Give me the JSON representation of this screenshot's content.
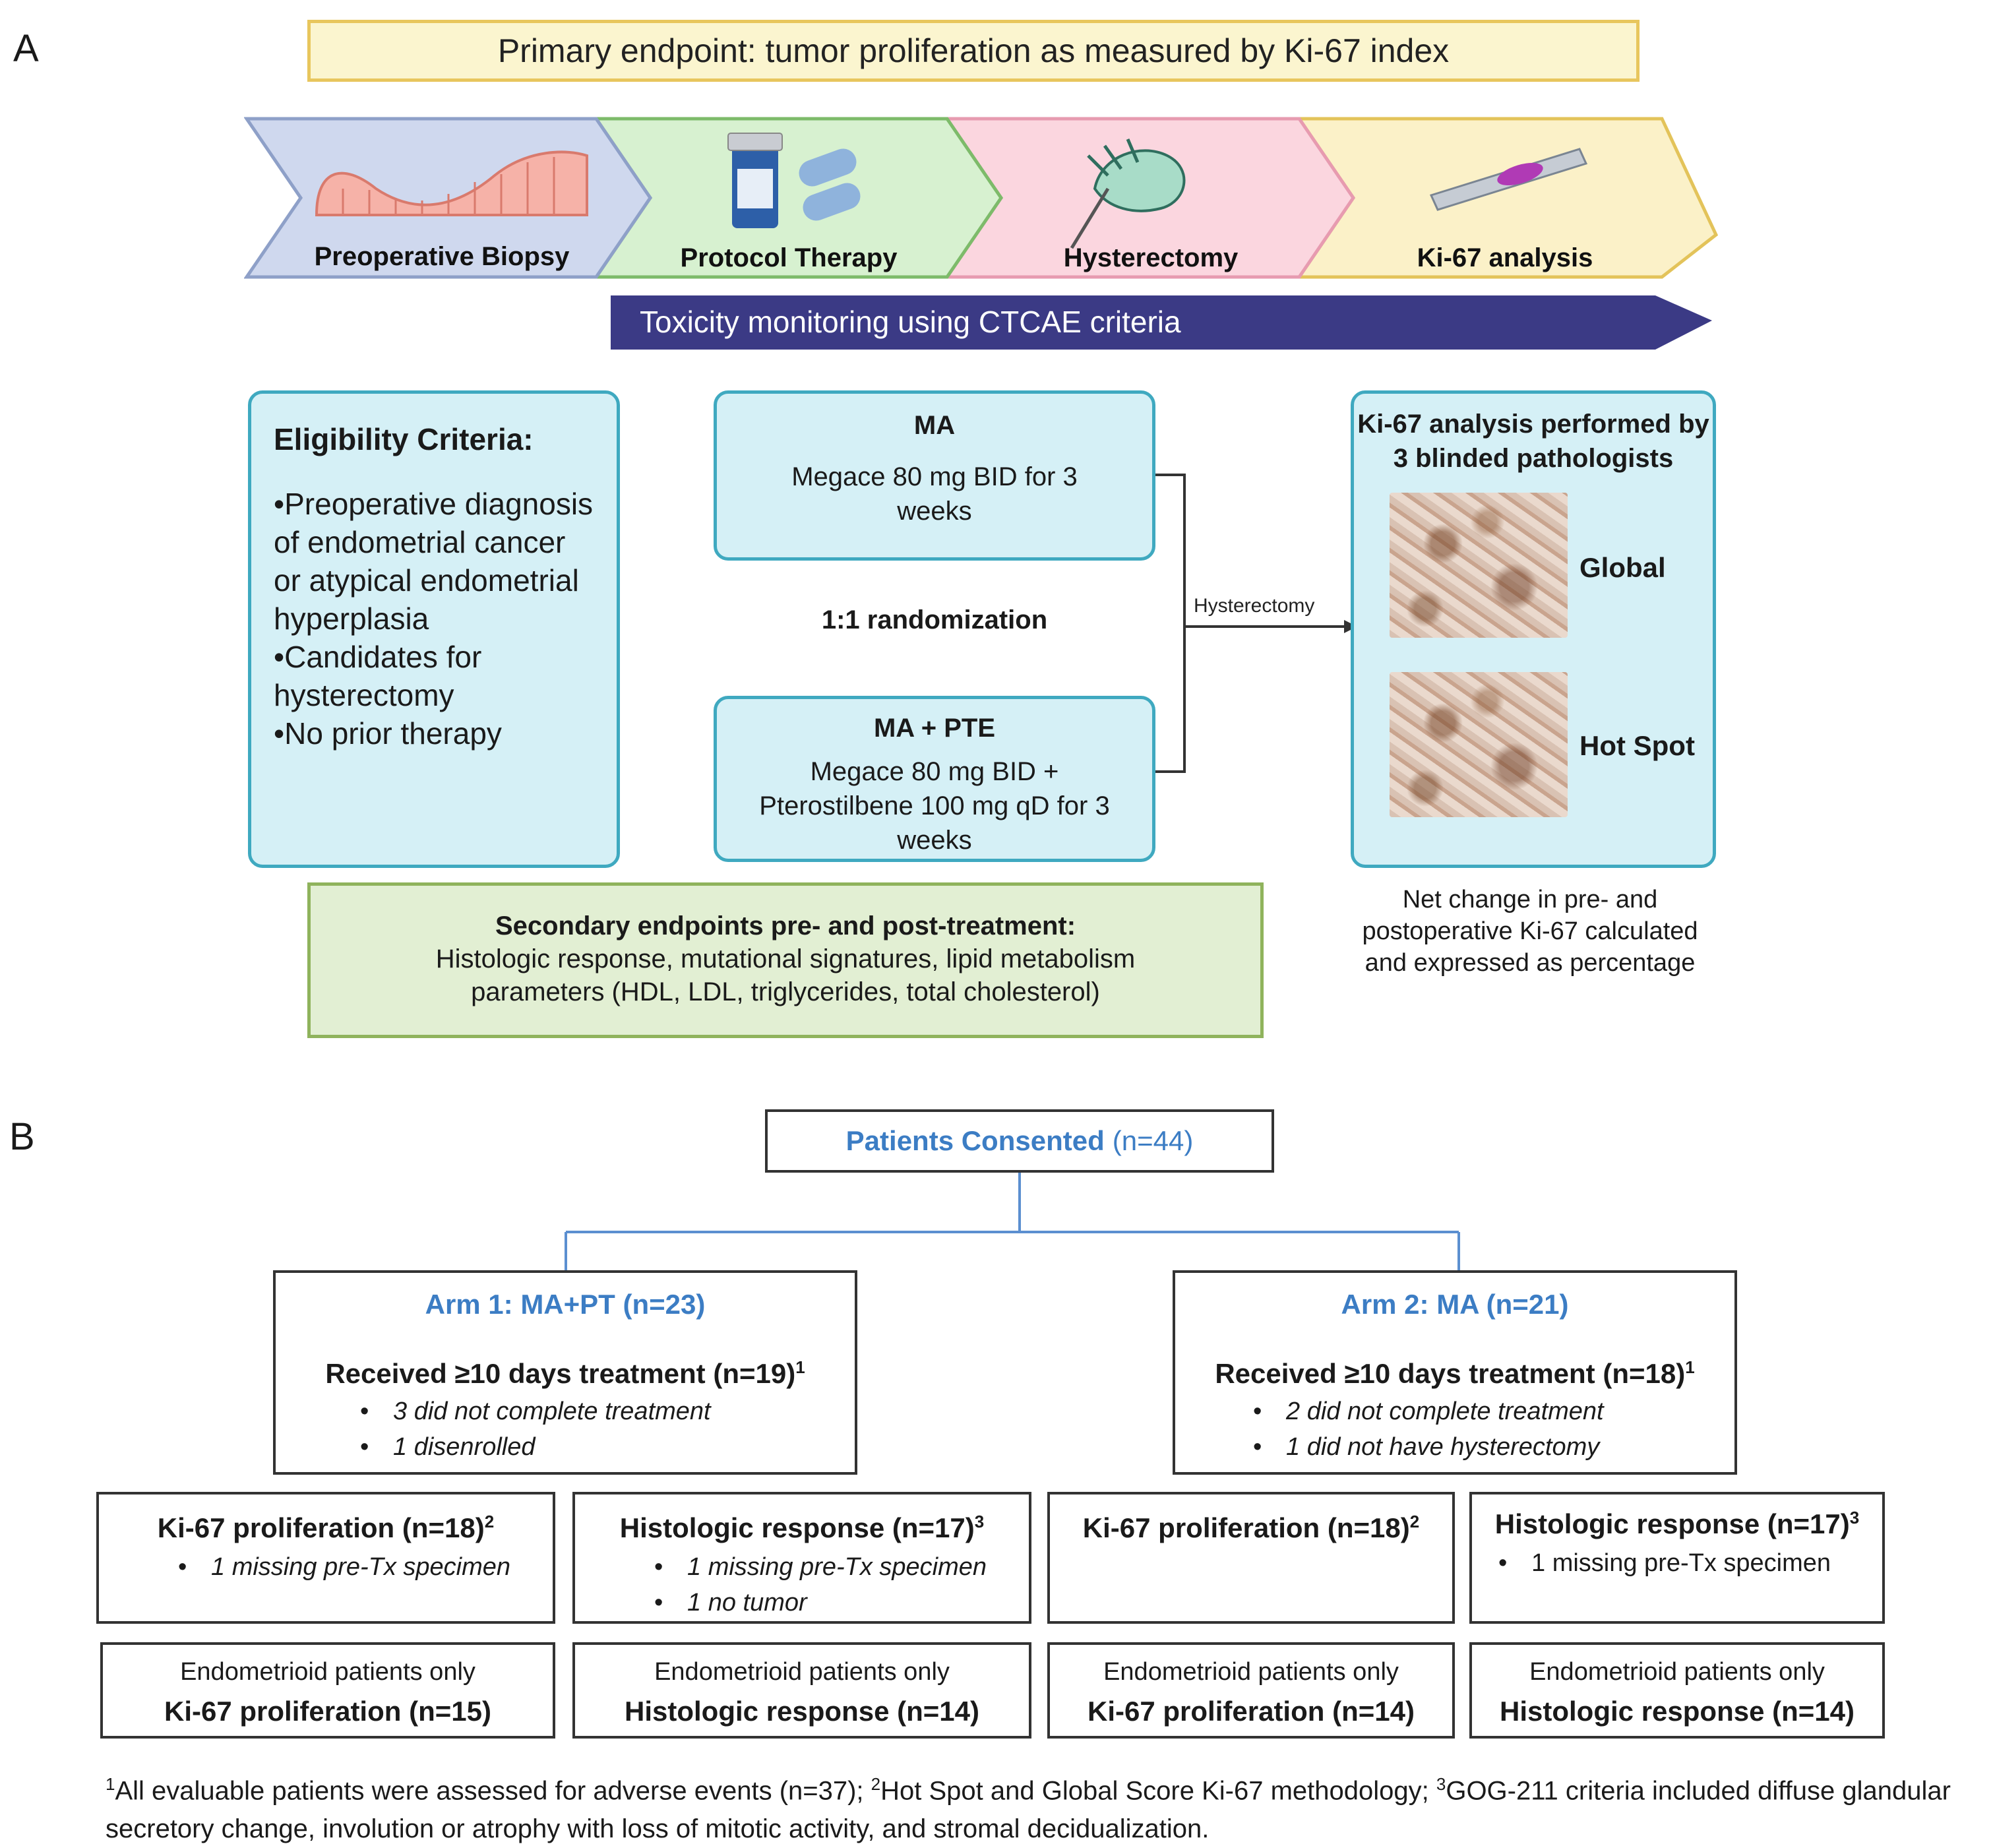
{
  "panels": {
    "a": "A",
    "b": "B"
  },
  "primary_endpoint": "Primary endpoint: tumor proliferation as measured by Ki-67 index",
  "stages": [
    {
      "label": "Preoperative Biopsy",
      "icon": "endometrium-tissue-icon",
      "color": "#cfd8ee"
    },
    {
      "label": "Protocol Therapy",
      "icon": "pill-bottle-icon",
      "color": "#d7f1d0"
    },
    {
      "label": "Hysterectomy",
      "icon": "surgeon-hand-scalpel-icon",
      "color": "#fbd6df"
    },
    {
      "label": "Ki-67 analysis",
      "icon": "microscope-slide-icon",
      "color": "#fbf1c8"
    }
  ],
  "toxicity": "Toxicity monitoring using CTCAE criteria",
  "eligibility": {
    "title": "Eligibility Criteria:",
    "items": [
      "•Preoperative diagnosis of endometrial cancer or atypical endometrial hyperplasia",
      "•Candidates for hysterectomy",
      "•No prior therapy"
    ]
  },
  "arm_ma": {
    "title": "MA",
    "desc": "Megace 80 mg BID for 3 weeks"
  },
  "randomization": "1:1 randomization",
  "arm_mapte": {
    "title": "MA + PTE",
    "desc": "Megace 80 mg BID + Pterostilbene 100 mg qD for 3 weeks"
  },
  "arrow_label": "Hysterectomy",
  "ki67_box": {
    "title": "Ki-67 analysis performed by 3 blinded pathologists",
    "global": "Global",
    "hotspot": "Hot Spot"
  },
  "net_change": "Net change in pre- and postoperative Ki-67 calculated and expressed as percentage",
  "secondary": {
    "title": "Secondary endpoints pre- and post-treatment:",
    "text": "Histologic response, mutational signatures, lipid metabolism parameters (HDL, LDL, triglycerides, total cholesterol)"
  },
  "consort": {
    "consented": {
      "label": "Patients Consented",
      "n": "(n=44)"
    },
    "arm1": {
      "title": "Arm 1: MA+PT (n=23)",
      "received": "Received ≥10 days treatment (n=19)",
      "sup": "1",
      "bullets": [
        "3 did not complete treatment",
        "1 disenrolled"
      ]
    },
    "arm2": {
      "title": "Arm 2: MA (n=21)",
      "received": "Received ≥10 days treatment (n=18)",
      "sup": "1",
      "bullets": [
        "2 did not complete treatment",
        "1 did not have hysterectomy"
      ]
    },
    "arm1_ki67": {
      "title": "Ki-67 proliferation (n=18)",
      "sup": "2",
      "bullets": [
        "1 missing pre-Tx specimen"
      ]
    },
    "arm1_histo": {
      "title": "Histologic response (n=17)",
      "sup": "3",
      "bullets": [
        "1 missing pre-Tx specimen",
        "1 no tumor"
      ]
    },
    "arm2_ki67": {
      "title": "Ki-67 proliferation (n=18)",
      "sup": "2"
    },
    "arm2_histo": {
      "title": "Histologic response (n=17)",
      "sup": "3",
      "bullets": [
        "1 missing pre-Tx specimen"
      ]
    },
    "endo": [
      {
        "sub": "Endometrioid patients only",
        "main": "Ki-67 proliferation (n=15)"
      },
      {
        "sub": "Endometrioid patients only",
        "main": "Histologic response (n=14)"
      },
      {
        "sub": "Endometrioid patients only",
        "main": "Ki-67 proliferation (n=14)"
      },
      {
        "sub": "Endometrioid patients only",
        "main": "Histologic response (n=14)"
      }
    ]
  },
  "footnote": {
    "s1": "1",
    "t1": "All evaluable patients were assessed for adverse events (n=37); ",
    "s2": "2",
    "t2": "Hot Spot and Global Score Ki-67 methodology; ",
    "s3": "3",
    "t3": "GOG-211 criteria included diffuse glandular secretory change, involution or atrophy with loss of mitotic activity, and stromal decidualization."
  }
}
